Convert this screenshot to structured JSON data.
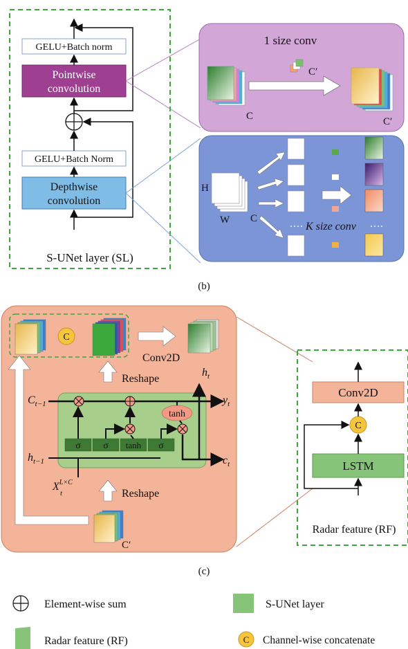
{
  "panel_b": {
    "caption": "(b)",
    "sl_title": "S-UNet layer (SL)",
    "gelu_top": "GELU+Batch norm",
    "pointwise_line1": "Pointwise",
    "pointwise_line2": "convolution",
    "gelu_bottom": "GELU+Batch Norm",
    "depthwise_line1": "Depthwise",
    "depthwise_line2": "convolution",
    "conv1_title": "1 size conv",
    "c_label": "C",
    "c_prime": "C′",
    "h_label": "H",
    "w_label": "W",
    "k_conv": "K size conv"
  },
  "panel_c": {
    "caption": "(c)",
    "c_circle": "C",
    "conv2d": "Conv2D",
    "reshape_top": "Reshape",
    "reshape_bottom": "Reshape",
    "ht": "h",
    "ht_sub": "t",
    "ct_minus": "C",
    "ct_minus_sub": "t−1",
    "ht_minus": "h",
    "ht_minus_sub": "t−1",
    "yt": "y",
    "yt_sub": "t",
    "ct": "c",
    "ct_sub": "t",
    "xt": "X",
    "xt_sub": "t",
    "xt_sup": "L×C",
    "sigma": "σ",
    "tanh": "tanh",
    "c_prime": "C′",
    "rf_conv2d": "Conv2D",
    "rf_lstm": "LSTM",
    "rf_title": "Radar feature (RF)"
  },
  "legend": {
    "sum": "Element-wise sum",
    "sunet": "S-UNet layer",
    "rf": "Radar feature (RF)",
    "concat_symbol": "C",
    "concat": "Channel-wise concatenate"
  },
  "colors": {
    "pointwise": "#9e3f92",
    "depthwise": "#4a9ed8",
    "purple_panel": "#d2a6d6",
    "blue_panel": "#7c95d6",
    "orange_panel": "#f3b49a",
    "lstm_green": "#86c47a",
    "dashed_green": "#3aa83a",
    "conv2d_box": "#f3b49a",
    "concat_circle": "#f7c53b"
  }
}
